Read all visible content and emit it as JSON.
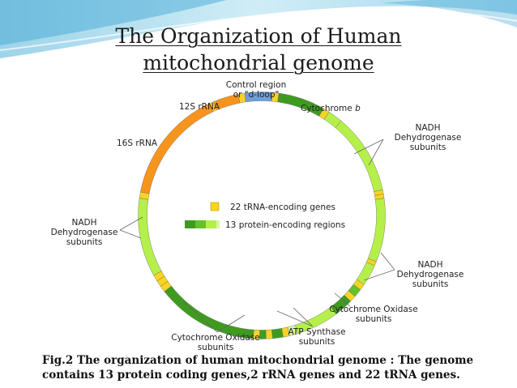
{
  "title_line1": "The Organization of Human",
  "title_line2": "mitochondrial genome",
  "labels": {
    "control_region_l1": "Control region",
    "control_region_l2": "or \"d-loop\"",
    "rrna_12s": "12S rRNA",
    "rrna_16s": "16S rRNA",
    "cytochrome_b_prefix": "Cytochrome ",
    "cytochrome_b_italic": "b",
    "nadh_r1_l1": "NADH",
    "nadh_r1_l2": "Dehydrogenase",
    "nadh_r1_l3": "subunits",
    "nadh_left_l1": "NADH",
    "nadh_left_l2": "Dehydrogenase",
    "nadh_left_l3": "subunits",
    "nadh_r2_l1": "NADH",
    "nadh_r2_l2": "Dehydrogenase",
    "nadh_r2_l3": "subunits",
    "cox_right_l1": "Cytochrome Oxidase",
    "cox_right_l2": "subunits",
    "atp_l1": "ATP Synthase",
    "atp_l2": "subunits",
    "cox_bottom_l1": "Cytochrome Oxidase",
    "cox_bottom_l2": "subunits"
  },
  "legend": {
    "trna": "22 tRNA-encoding genes",
    "protein": "13 protein-encoding regions"
  },
  "colors": {
    "control_region": "#6f9fd8",
    "rrna": "#f7941d",
    "trna": "#f9d423",
    "protein_dark": "#3f9b1f",
    "protein_mid": "#66c22a",
    "protein_light": "#b5f04a",
    "protein_pale": "#d9f7a6"
  },
  "caption_line1": "Fig.2 The organization of human mitochondrial genome : The genome",
  "caption_line2": "contains 13 protein coding genes,2 rRNA genes and 22 tRNA genes."
}
